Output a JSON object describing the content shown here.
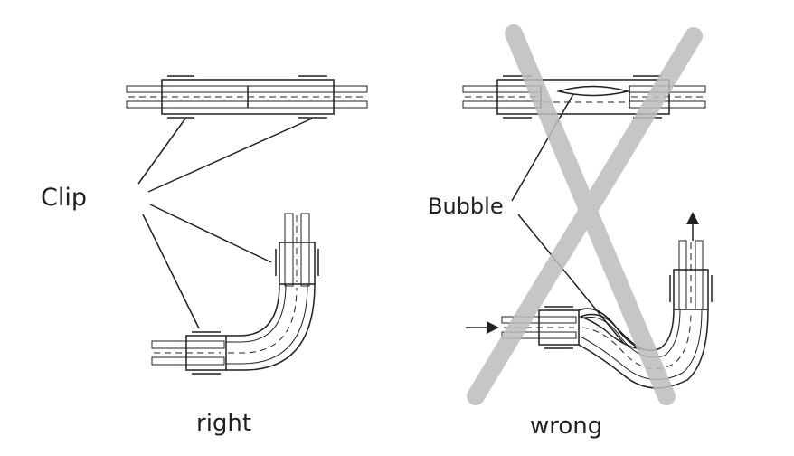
{
  "labels": {
    "clip": "Clip",
    "bubble": "Bubble",
    "right": "right",
    "wrong": "wrong"
  },
  "colors": {
    "ink": "#231f20",
    "cross": "#bdbdbd",
    "background": "#ffffff"
  }
}
